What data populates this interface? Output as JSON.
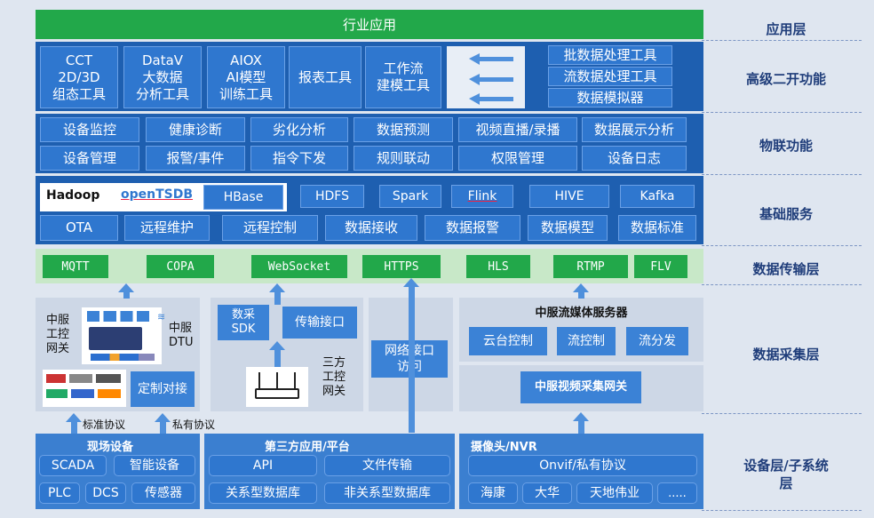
{
  "layers": [
    "应用层",
    "高级二开功能",
    "物联功能",
    "基础服务",
    "数据传输层",
    "数据采集层",
    "设备层/子系统层"
  ],
  "app": {
    "title": "行业应用"
  },
  "advanced": {
    "left": [
      "CCT\n2D/3D\n组态工具",
      "DataV\n大数据\n分析工具",
      "AIOX\nAI模型\n训练工具",
      "报表工具",
      "工作流\n建模工具"
    ],
    "right": [
      "批数据处理工具",
      "流数据处理工具",
      "数据模拟器"
    ]
  },
  "iot": {
    "row1": [
      "设备监控",
      "健康诊断",
      "劣化分析",
      "数据预测",
      "视频直播/录播",
      "数据展示分析"
    ],
    "row2": [
      "设备管理",
      "报警/事件",
      "指令下发",
      "规则联动",
      "权限管理",
      "设备日志"
    ]
  },
  "basic": {
    "hadoop": "Hadoop",
    "opentsdb": "openTSDB",
    "hbase": "HBase",
    "row1": [
      "HDFS",
      "Spark",
      "Flink",
      "HIVE",
      "Kafka"
    ],
    "row2": [
      "OTA",
      "远程维护",
      "远程控制",
      "数据接收",
      "数据报警",
      "数据模型",
      "数据标准"
    ]
  },
  "transport": [
    "MQTT",
    "COPA",
    "WebSocket",
    "HTTPS",
    "HLS",
    "RTMP",
    "FLV"
  ],
  "collect": {
    "gw_label": "中服\n工控\n网关",
    "dtu_label": "中服\nDTU",
    "custom": "定制对接",
    "sdk": "数采\nSDK",
    "trans_if": "传输接口",
    "third_gw": "三方\n工控\n网关",
    "net_if": "网络接口\n访问",
    "stream_title": "中服流媒体服务器",
    "stream": [
      "云台控制",
      "流控制",
      "流分发"
    ],
    "video_gw": "中服视频采集网关",
    "std_proto": "标准协议",
    "priv_proto": "私有协议"
  },
  "devices": {
    "field": {
      "title": "现场设备",
      "items": [
        "SCADA",
        "智能设备",
        "PLC",
        "DCS",
        "传感器"
      ]
    },
    "third": {
      "title": "第三方应用/平台",
      "items": [
        "API",
        "文件传输",
        "关系型数据库",
        "非关系型数据库"
      ]
    },
    "camera": {
      "title": "摄像头/NVR",
      "items": [
        "Onvif/私有协议",
        "海康",
        "大华",
        "天地伟业",
        "....."
      ]
    }
  }
}
